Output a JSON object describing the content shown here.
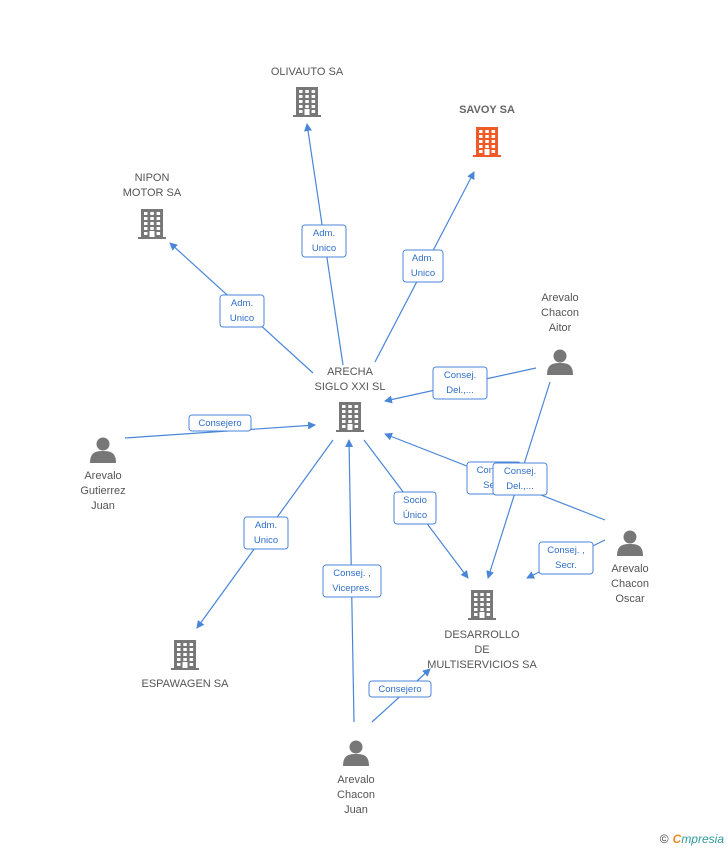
{
  "colors": {
    "edge": "#4a86d8",
    "company": "#777777",
    "highlight": "#f05a28",
    "person": "#777777"
  },
  "nodes": [
    {
      "id": "olivauto",
      "type": "company",
      "label": [
        "OLIVAUTO SA"
      ]
    },
    {
      "id": "savoy",
      "type": "company",
      "highlight": true,
      "label": [
        "SAVOY SA"
      ]
    },
    {
      "id": "nipon",
      "type": "company",
      "label": [
        "NIPON",
        "MOTOR SA"
      ]
    },
    {
      "id": "arecha",
      "type": "company",
      "label": [
        "ARECHA",
        "SIGLO XXI SL"
      ]
    },
    {
      "id": "aitor",
      "type": "person",
      "label": [
        "Arevalo",
        "Chacon",
        "Aitor"
      ]
    },
    {
      "id": "gjuan",
      "type": "person",
      "label": [
        "Arevalo",
        "Gutierrez",
        "Juan"
      ]
    },
    {
      "id": "oscar",
      "type": "person",
      "label": [
        "Arevalo",
        "Chacon",
        "Oscar"
      ]
    },
    {
      "id": "desarrollo",
      "type": "company",
      "label": [
        "DESARROLLO",
        "DE",
        "MULTISERVICIOS SA"
      ]
    },
    {
      "id": "espawagen",
      "type": "company",
      "label": [
        "ESPAWAGEN SA"
      ]
    },
    {
      "id": "cjuan",
      "type": "person",
      "label": [
        "Arevalo",
        "Chacon",
        "Juan"
      ]
    }
  ],
  "edges": [
    {
      "label": [
        "Adm.",
        "Unico"
      ]
    },
    {
      "label": [
        "Adm.",
        "Unico"
      ]
    },
    {
      "label": [
        "Adm.",
        "Unico"
      ]
    },
    {
      "label": [
        "Consej.",
        "Del.,..."
      ]
    },
    {
      "label": [
        "Consejero"
      ]
    },
    {
      "label": [
        "Consej.,",
        "Secr."
      ]
    },
    {
      "label": [
        "Consej.",
        "Del.,..."
      ]
    },
    {
      "label": [
        "Socio",
        "Único"
      ]
    },
    {
      "label": [
        "Adm.",
        "Unico"
      ]
    },
    {
      "label": [
        "Consej. ,",
        "Vicepres."
      ]
    },
    {
      "label": [
        "Consejero"
      ]
    },
    {
      "label": [
        "Consej. ,",
        "Secr."
      ]
    }
  ],
  "brand": {
    "copyright": "©",
    "name_first": "C",
    "name_rest": "mpresia"
  }
}
